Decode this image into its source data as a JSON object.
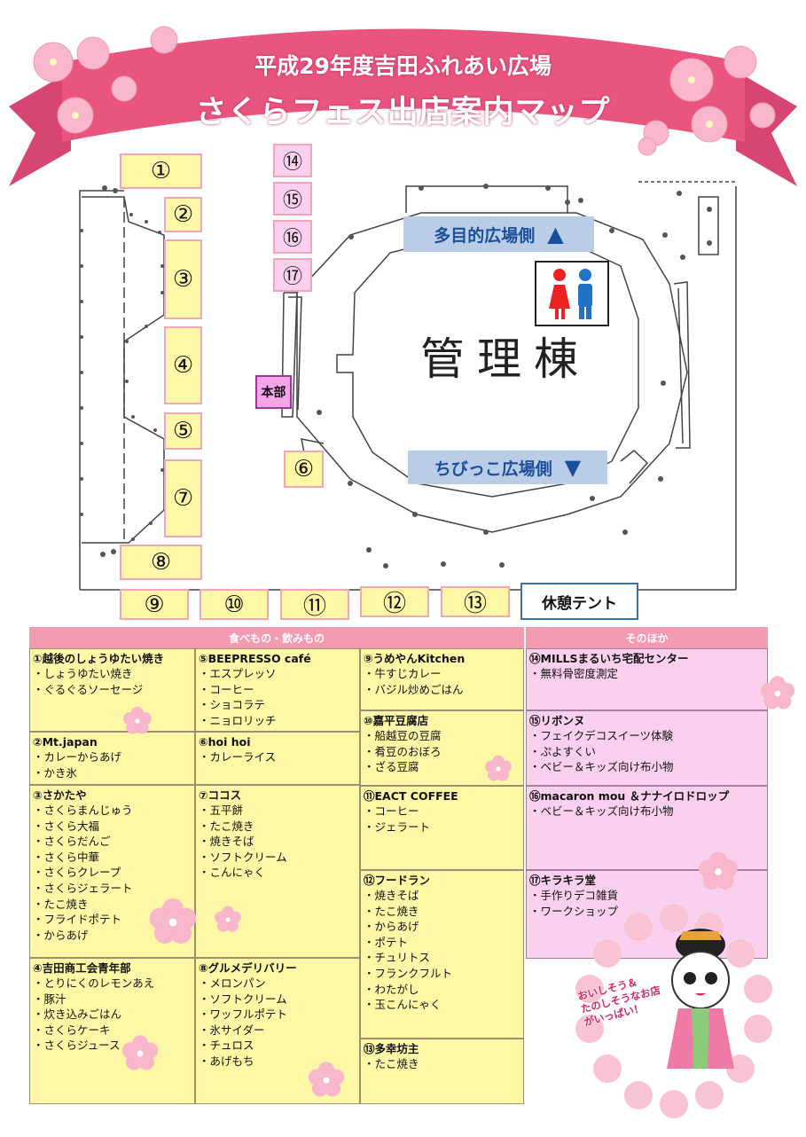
{
  "banner": {
    "line1": "平成29年度吉田ふれあい広場",
    "line2": "さくらフェス出店案内マップ"
  },
  "map": {
    "booths": [
      "①",
      "②",
      "③",
      "④",
      "⑤",
      "⑥",
      "⑦",
      "⑧",
      "⑨",
      "⑩",
      "⑪",
      "⑫",
      "⑬",
      "⑭",
      "⑮",
      "⑯",
      "⑰"
    ],
    "honbu": "本部",
    "building": "管理棟",
    "sign_north": "多目的広場側",
    "sign_south": "ちびっこ広場側",
    "rest_tent": "休憩テント",
    "toilet_icon": "toilet-icon",
    "colors": {
      "booth_fill": "#fdf7a6",
      "booth_border": "#f3a5b8",
      "pink_booth": "#fbd0ef",
      "banner": "#e9557e",
      "sign": "#b9cde9"
    }
  },
  "table": {
    "header_food": "食べもの・飲みもの",
    "header_other": "そのほか",
    "col1": [
      {
        "shop": "①越後のしょうゆたい焼き",
        "items": [
          "・しょうゆたい焼き",
          "・ぐるぐるソーセージ"
        ]
      },
      {
        "shop": "②Mt.japan",
        "items": [
          "・カレーからあげ",
          "・かき氷"
        ]
      },
      {
        "shop": "③さかたや",
        "items": [
          "・さくらまんじゅう",
          "・さくら大福",
          "・さくらだんご",
          "・さくら中華",
          "・さくらクレープ",
          "・さくらジェラート",
          "・たこ焼き",
          "・フライドポテト",
          "・からあげ"
        ]
      },
      {
        "shop": "④吉田商工会青年部",
        "items": [
          "・とりにくのレモンあえ",
          "・豚汁",
          "・炊き込みごはん",
          "・さくらケーキ",
          "・さくらジュース"
        ]
      }
    ],
    "col2": [
      {
        "shop": "⑤BEEPRESSO café",
        "items": [
          "・エスプレッソ",
          "・コーヒー",
          "・ショコラテ",
          "・ニョロリッチ"
        ]
      },
      {
        "shop": "⑥hoi hoi",
        "items": [
          "・カレーライス"
        ]
      },
      {
        "shop": "⑦ココス",
        "items": [
          "・五平餅",
          "・たこ焼き",
          "・焼きそば",
          "・ソフトクリーム",
          "・こんにゃく"
        ]
      },
      {
        "shop": "⑧グルメデリバリー",
        "items": [
          "・メロンパン",
          "・ソフトクリーム",
          "・ワッフルポテト",
          "・氷サイダー",
          "・チュロス",
          "・あげもち"
        ]
      }
    ],
    "col3": [
      {
        "shop": "⑨うめやんKitchen",
        "items": [
          "・牛すじカレー",
          "・バジル炒めごはん"
        ]
      },
      {
        "shop": "⑩嘉平豆腐店",
        "items": [
          "・船越豆の豆腐",
          "・肴豆のおぼろ",
          "・ざる豆腐"
        ]
      },
      {
        "shop": "⑪EACT COFFEE",
        "items": [
          "・コーヒー",
          "・ジェラート"
        ]
      },
      {
        "shop": "⑫フードラン",
        "items": [
          "・焼きそば",
          "・たこ焼き",
          "・からあげ",
          "・ポテト",
          "・チュリトス",
          "・フランクフルト",
          "・わたがし",
          "・玉こんにゃく"
        ]
      },
      {
        "shop": "⑬多幸坊主",
        "items": [
          "・たこ焼き"
        ]
      }
    ],
    "col4": [
      {
        "shop": "⑭MILLSまるいち宅配センター",
        "items": [
          "・無料骨密度測定"
        ]
      },
      {
        "shop": "⑮リボンヌ",
        "items": [
          "・フェイクデコスイーツ体験",
          "・ぷよすくい",
          "・ベビー＆キッズ向け布小物"
        ]
      },
      {
        "shop": "⑯macaron mou ＆ナナイロドロップ",
        "items": [
          "・ベビー＆キッズ向け布小物"
        ]
      },
      {
        "shop": "⑰キラキラ堂",
        "items": [
          "・手作りデコ雑貨",
          "・ワークショップ"
        ]
      }
    ]
  },
  "mascot": {
    "line1": "おいしそう＆",
    "line2": "たのしそうなお店",
    "line3": "がいっぱい！"
  }
}
